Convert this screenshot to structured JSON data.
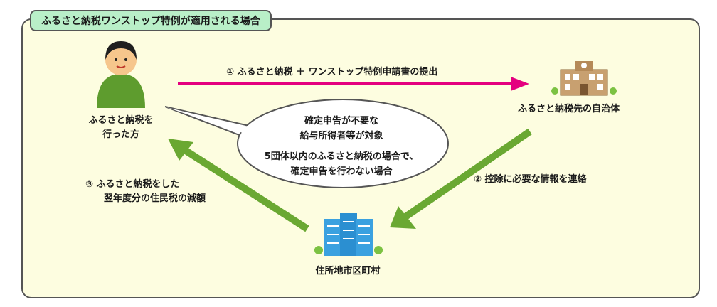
{
  "title": "ふるさと納税ワンストップ特例が適用される場合",
  "nodes": {
    "donor": {
      "line1": "ふるさと納税を",
      "line2": "行った方"
    },
    "destination": {
      "label": "ふるさと納税先の自治体"
    },
    "residence": {
      "label": "住所地市区町村"
    }
  },
  "steps": {
    "step1": {
      "label": "① ふるさと納税 ＋ ワンストップ特例申請書の提出"
    },
    "step2": {
      "label": "② 控除に必要な情報を連絡"
    },
    "step3": {
      "line1": "③ ふるさと納税をした",
      "line2": "翌年度分の住民税の減額"
    }
  },
  "bubble": {
    "line1": "確定申告が不要な",
    "line2": "給与所得者等が対象",
    "line3": "5団体以内のふるさと納税の場合で、",
    "line4": "確定申告を行わない場合"
  },
  "colors": {
    "arrow_pink": "#e4007f",
    "arrow_green": "#6aa832",
    "tab_green": "#b9efc8",
    "panel_bg": "#fdfde0"
  },
  "icons": {
    "donor": "person-icon",
    "destination": "school-building-icon",
    "residence": "office-building-icon"
  }
}
